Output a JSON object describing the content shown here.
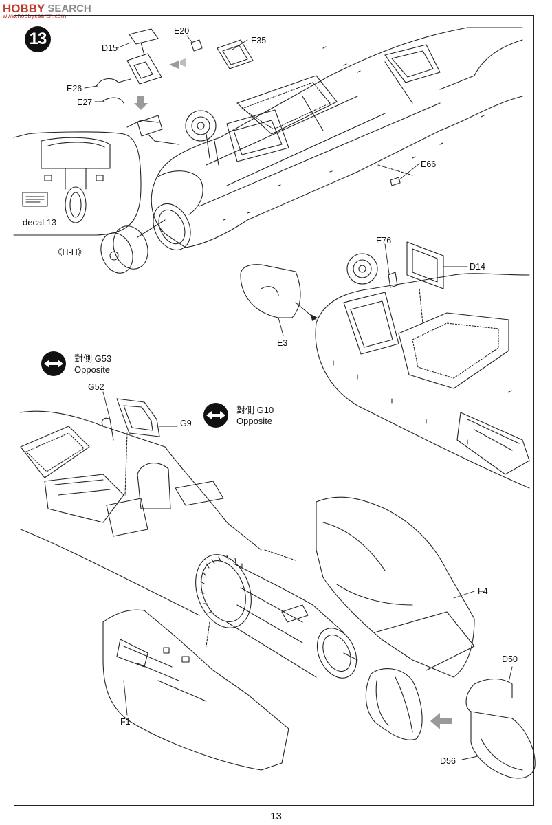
{
  "watermark": {
    "logo": "HOBBY",
    "search": "SEARCH",
    "url": "www.hobbysearch.com"
  },
  "step": {
    "number": "13"
  },
  "parts": {
    "D15": "D15",
    "E20": "E20",
    "E35": "E35",
    "E26": "E26",
    "E27": "E27",
    "E66": "E66",
    "E76": "E76",
    "D14": "D14",
    "E3": "E3",
    "G52": "G52",
    "G9": "G9",
    "F4": "F4",
    "F1": "F1",
    "D50": "D50",
    "D56": "D56"
  },
  "inset": {
    "decal_label": "decal 13",
    "decal_placard": "≡≡≡"
  },
  "view_label": "《H-H》",
  "opposite_notes": [
    {
      "label": "對側 G53",
      "sub": "Opposite"
    },
    {
      "label": "對側 G10",
      "sub": "Opposite"
    }
  ],
  "page": {
    "number": "13"
  },
  "colors": {
    "line": "#222222",
    "background": "#ffffff",
    "arrow_fill": "#9a9a9a",
    "watermark_red": "#c0392b"
  }
}
